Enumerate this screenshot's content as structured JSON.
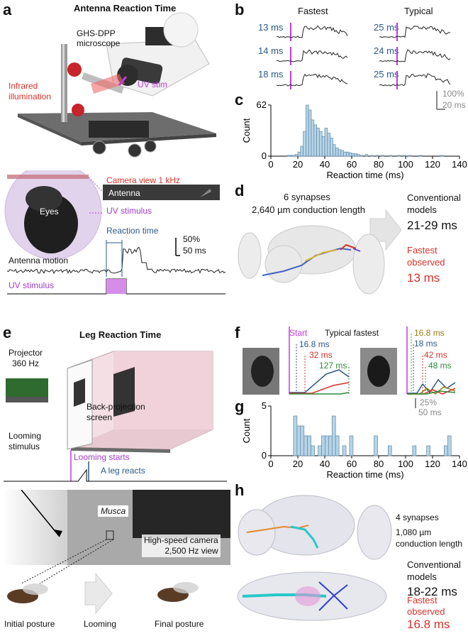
{
  "colors": {
    "uv": "#c03be0",
    "blue": "#2a5a86",
    "red": "#d8322a",
    "green": "#2d8a3b",
    "olive": "#9b7d12",
    "bar": "#b6d4e6",
    "barStroke": "#5b88a8",
    "gray": "#888888"
  },
  "panel_a": {
    "label": "a",
    "title": "Antenna Reaction Time",
    "microscope": "GHS-DPP\nmicroscope",
    "infrared": "Infrared\nillumination",
    "uvstim": "UV stim",
    "camera_view": "Camera view  1 kHz",
    "antenna": "Antenna",
    "eyes": "Eyes",
    "uv_stimulus_note": "UV stimulus",
    "reaction_time": "Reaction time",
    "scale_pct": "50%",
    "scale_ms": "50 ms",
    "antenna_motion": "Antenna motion",
    "uv_stimulus_trace": "UV stimulus"
  },
  "panel_b": {
    "label": "b",
    "fastest": "Fastest",
    "typical": "Typical",
    "fastest_times": [
      "13 ms",
      "14 ms",
      "18 ms"
    ],
    "typical_times": [
      "25 ms",
      "24 ms",
      "25 ms"
    ],
    "scale_pct": "100%",
    "scale_ms": "20 ms"
  },
  "panel_c": {
    "label": "c"
  },
  "panel_d": {
    "label": "d",
    "synapses": "6 synapses",
    "conduction": "2,640 µm conduction length",
    "conv": "Conventional\nmodels",
    "conv_val": "21-29 ms",
    "fast": "Fastest\nobserved",
    "fast_val": "13 ms"
  },
  "panel_e": {
    "label": "e",
    "title": "Leg Reaction Time",
    "projector": "Projector\n360 Hz",
    "backproj": "Back-projection\nscreen",
    "looming_stim": "Looming\nstimulus",
    "looming_starts": "Looming starts",
    "leg_reacts": "A leg reacts",
    "musca": "Musca",
    "camera": "High-speed camera\n2,500 Hz view",
    "initial": "Initial posture",
    "looming": "Looming",
    "final": "Final posture"
  },
  "panel_f": {
    "label": "f",
    "start": "Start",
    "typical_fastest": "Typical fastest",
    "left_times": [
      "16.8 ms",
      "32 ms",
      "127 ms"
    ],
    "right_times": [
      "16.8 ms",
      "18 ms",
      "42 ms",
      "48 ms"
    ],
    "scale_pct": "25%",
    "scale_ms": "50 ms"
  },
  "panel_g": {
    "label": "g"
  },
  "panel_h": {
    "label": "h",
    "synapses": "4 synapses",
    "conduction": "1,080 µm\nconduction length",
    "conv": "Conventional\nmodels",
    "conv_val": "18-22 ms",
    "fast": "Fastest\nobserved",
    "fast_val": "16.8 ms"
  },
  "chart_data": [
    {
      "type": "bar",
      "panel": "c",
      "xlabel": "Reaction time (ms)",
      "ylabel": "Count",
      "xlim": [
        0,
        140
      ],
      "ylim": [
        0,
        62
      ],
      "xticks": [
        0,
        20,
        40,
        60,
        80,
        100,
        120,
        140
      ],
      "yticks": [
        0,
        62
      ],
      "bin_width": 2,
      "x": [
        12,
        14,
        16,
        18,
        20,
        22,
        24,
        26,
        28,
        30,
        32,
        34,
        36,
        38,
        40,
        42,
        44,
        46,
        48,
        50,
        52,
        54,
        56,
        58,
        60,
        62,
        64,
        66,
        70,
        74,
        78,
        82,
        88,
        94,
        98,
        102,
        110,
        126
      ],
      "values": [
        1,
        1,
        1,
        2,
        5,
        12,
        30,
        62,
        56,
        44,
        38,
        34,
        30,
        24,
        34,
        28,
        22,
        14,
        10,
        8,
        7,
        5,
        5,
        4,
        3,
        3,
        2,
        1,
        2,
        1,
        1,
        1,
        1,
        1,
        1,
        1,
        1,
        1
      ]
    },
    {
      "type": "bar",
      "panel": "g",
      "xlabel": "Reaction time (ms)",
      "ylabel": "Count",
      "xlim": [
        0,
        140
      ],
      "ylim": [
        0,
        5
      ],
      "xticks": [
        0,
        20,
        40,
        60,
        80,
        100,
        120,
        140
      ],
      "yticks": [
        0,
        5
      ],
      "bin_width": 2.6,
      "x": [
        16.8,
        19.4,
        22,
        24.6,
        27.2,
        29.8,
        35,
        37.6,
        40.2,
        42.8,
        45.4,
        48,
        53.2,
        58.4,
        76.6,
        87,
        105.2,
        115.6,
        128.6,
        131.2
      ],
      "values": [
        4,
        3,
        3,
        2,
        2,
        1,
        1,
        2,
        2,
        2,
        4,
        2,
        1,
        2,
        2,
        1,
        1,
        1,
        1,
        2
      ]
    }
  ]
}
